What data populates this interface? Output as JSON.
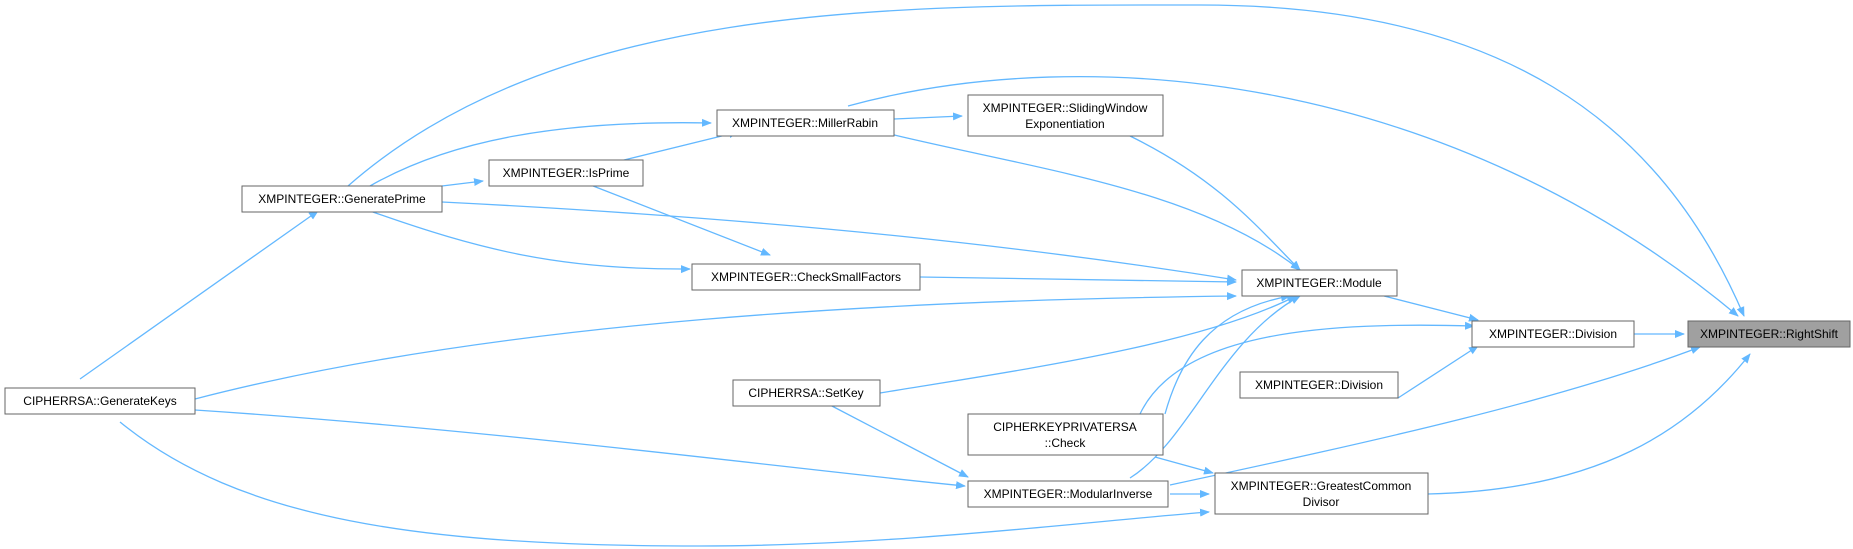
{
  "diagram": {
    "nodes": {
      "rightshift": [
        "XMPINTEGER::RightShift"
      ],
      "division1": [
        "XMPINTEGER::Division"
      ],
      "division2": [
        "XMPINTEGER::Division"
      ],
      "module": [
        "XMPINTEGER::Module"
      ],
      "gcd": [
        "XMPINTEGER::GreatestCommon",
        "Divisor"
      ],
      "millerrabin": [
        "XMPINTEGER::MillerRabin"
      ],
      "slidingwindow": [
        "XMPINTEGER::SlidingWindow",
        "Exponentiation"
      ],
      "isprime": [
        "XMPINTEGER::IsPrime"
      ],
      "generateprime": [
        "XMPINTEGER::GeneratePrime"
      ],
      "checksmallfactors": [
        "XMPINTEGER::CheckSmallFactors"
      ],
      "setkey": [
        "CIPHERRSA::SetKey"
      ],
      "check": [
        "CIPHERKEYPRIVATERSA",
        "::Check"
      ],
      "modularinverse": [
        "XMPINTEGER::ModularInverse"
      ],
      "generatekeys": [
        "CIPHERRSA::GenerateKeys"
      ]
    },
    "colors": {
      "edge": "#63b8ff",
      "node_border": "#666666",
      "node_fill": "#ffffff",
      "highlight_fill": "#a0a0a0"
    }
  }
}
